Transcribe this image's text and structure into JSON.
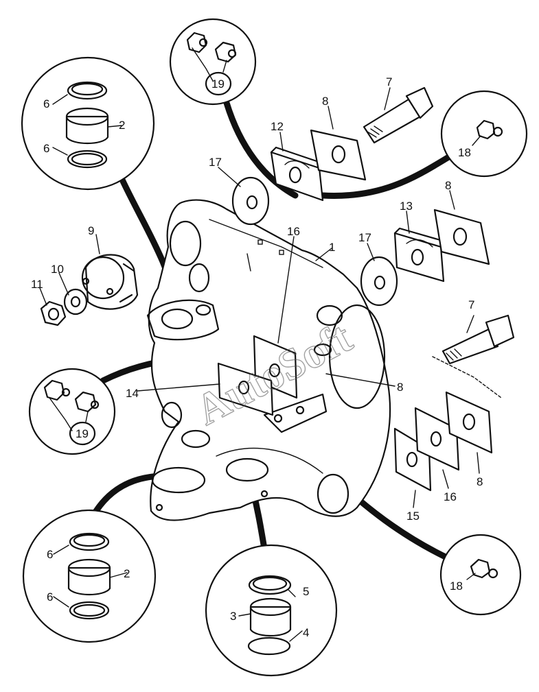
{
  "watermark": "AutoSoft",
  "labels": {
    "p1": "1",
    "p2a": "2",
    "p2b": "2",
    "p3": "3",
    "p4": "4",
    "p5": "5",
    "p6a": "6",
    "p6b": "6",
    "p6c": "6",
    "p6d": "6",
    "p7a": "7",
    "p7b": "7",
    "p8a": "8",
    "p8b": "8",
    "p8c": "8",
    "p8d": "8",
    "p9": "9",
    "p10": "10",
    "p11": "11",
    "p12": "12",
    "p13": "13",
    "p14": "14",
    "p15": "15",
    "p16a": "16",
    "p16b": "16",
    "p17a": "17",
    "p17b": "17",
    "p18a": "18",
    "p18b": "18",
    "p19a": "19",
    "p19b": "19"
  }
}
